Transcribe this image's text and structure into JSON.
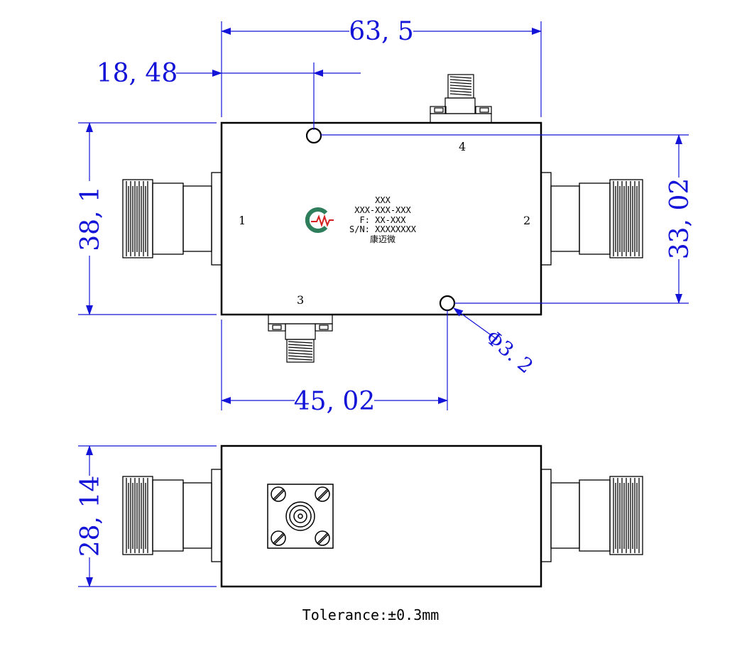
{
  "drawing": {
    "dimensions": {
      "overall_length": "63, 5",
      "hole_x_offset": "18, 48",
      "body_height": "38, 1",
      "hole_y_spacing": "33, 02",
      "hole_x_spacing": "45, 02",
      "hole_diameter": "Φ3. 2",
      "side_height": "28, 14"
    },
    "ports": {
      "p1": "1",
      "p2": "2",
      "p3": "3",
      "p4": "4"
    },
    "label": {
      "line1": "XXX",
      "line2": "XXX-XXX-XXX",
      "line3": "F: XX-XXX",
      "line4": "S/N: XXXXXXXX",
      "line5": "康迈微"
    },
    "logo_colors": {
      "ring": "#2e7d5b",
      "wave": "#d62020"
    },
    "tolerance": "Tolerance:±0.3mm"
  }
}
